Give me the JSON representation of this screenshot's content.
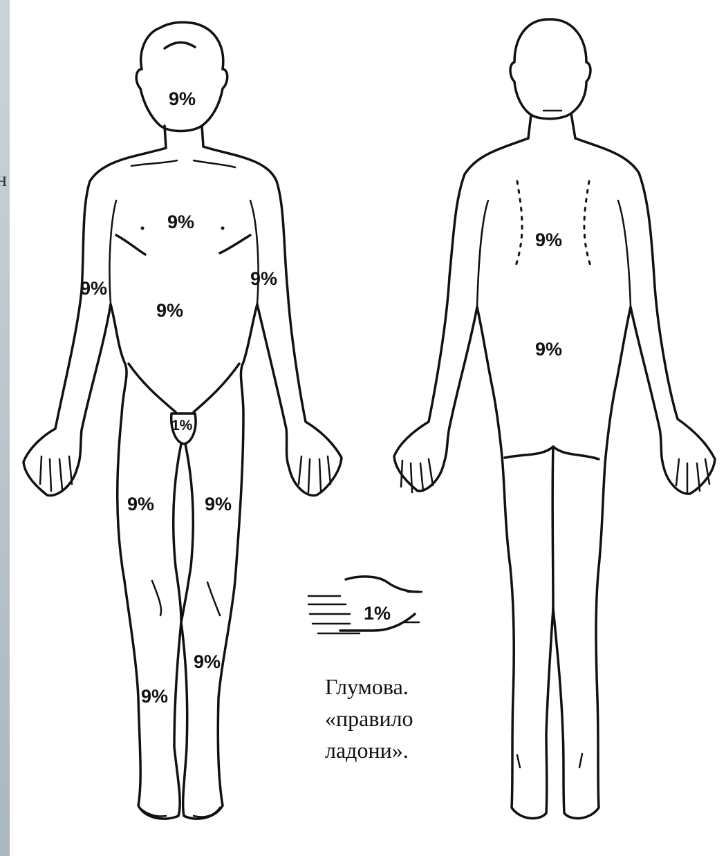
{
  "left_strip_char": "н",
  "labels": {
    "front_head": "9%",
    "front_chest": "9%",
    "front_abdomen": "9%",
    "front_left_arm": "9%",
    "front_right_arm": "9%",
    "front_genitals": "1%",
    "front_left_thigh": "9%",
    "front_right_thigh": "9%",
    "front_left_shin": "9%",
    "front_right_shin": "9%",
    "palm": "1%",
    "back_upper": "9%",
    "back_lower": "9%"
  },
  "caption": {
    "line1": "Глумова.",
    "line2": "«правило",
    "line3": "ладони»."
  }
}
